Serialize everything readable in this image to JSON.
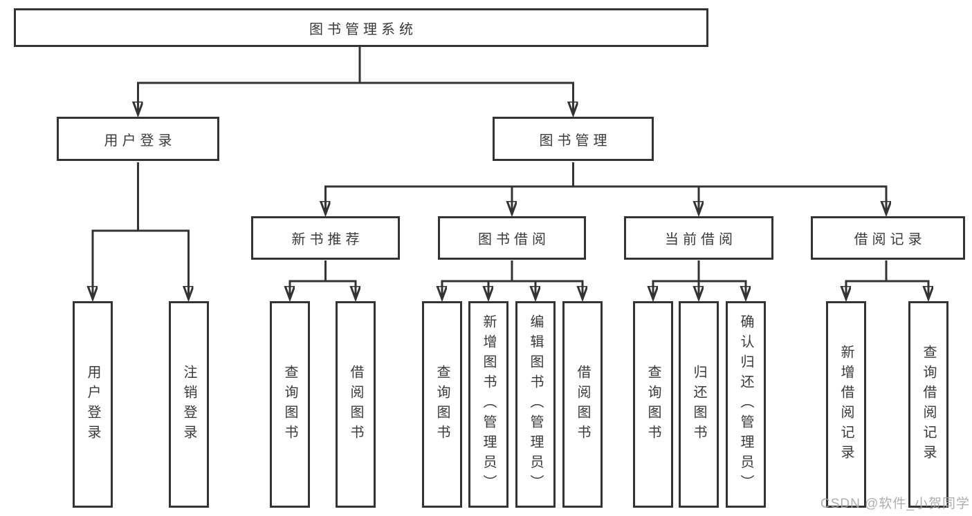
{
  "diagram": {
    "root": {
      "label": "图书管理系统"
    },
    "level1": [
      {
        "label": "用户登录"
      },
      {
        "label": "图书管理"
      }
    ],
    "level2": [
      {
        "label": "新书推荐"
      },
      {
        "label": "图书借阅"
      },
      {
        "label": "当前借阅"
      },
      {
        "label": "借阅记录"
      }
    ],
    "leaves": {
      "user_login": [
        "用户登录",
        "注销登录"
      ],
      "new_books": [
        "查询图书",
        "借阅图书"
      ],
      "book_borrow": [
        "查询图书",
        "新增图书（管理员）",
        "编辑图书（管理员）",
        "借阅图书"
      ],
      "current_borrow": [
        "查询图书",
        "归还图书",
        "确认归还（管理员）"
      ],
      "borrow_records": [
        "新增借阅记录",
        "查询借阅记录"
      ]
    }
  },
  "watermark": "CSDN @软件_小贺同学",
  "colors": {
    "line": "#333333",
    "text": "#3a3a3a",
    "box_background": "#ffffff",
    "watermark": "#a5a5a5"
  }
}
